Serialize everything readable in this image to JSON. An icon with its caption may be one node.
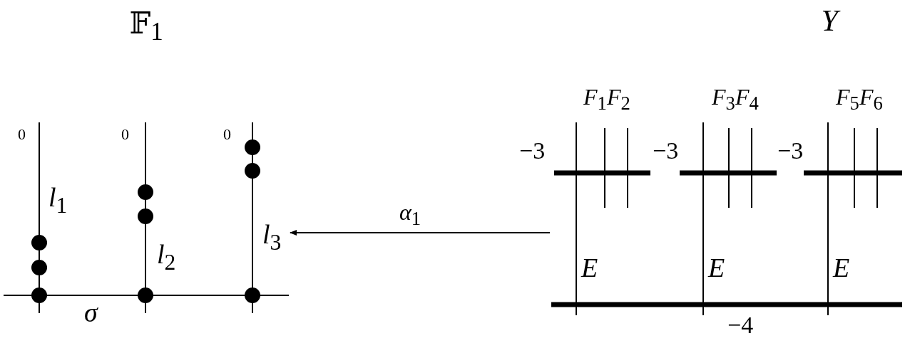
{
  "diagram": {
    "nodes": [
      {
        "text": [
          "𝔽$_{1}$"
        ]
      },
      {
        "text": [
          "Y"
        ]
      }
    ],
    "edges": [
      {
        "from": 1,
        "to": 0,
        "arrow": "to",
        "label": "*α*$_{1}$"
      }
    ],
    "labels": [
      "0",
      "0",
      "0",
      "*l*$_{1}$",
      "*l*$_{2}$",
      "*l*$_{3}$",
      "*σ*",
      "*F*$_{1}$*F*$_{2}$",
      "*F*$_{3}$*F*$_{4}$",
      "*F*$_{5}$*F*$_{6}$",
      "−3",
      "−3",
      "−3",
      "*E*",
      "*E*",
      "*E*",
      "−4"
    ]
  }
}
